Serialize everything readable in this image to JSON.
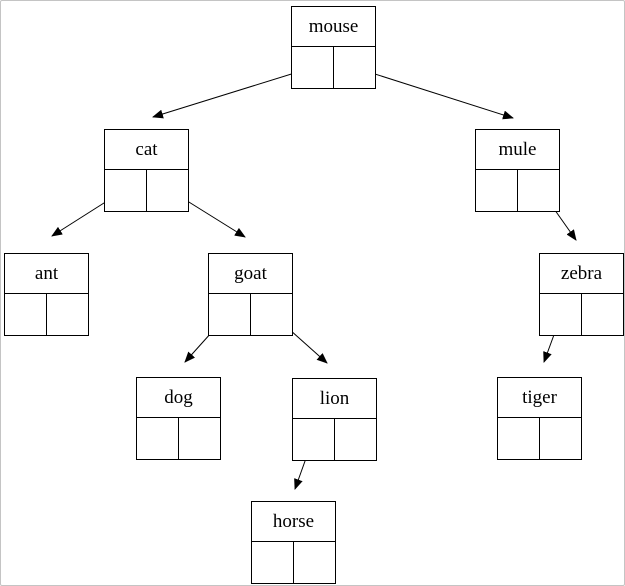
{
  "diagram": {
    "type": "binary-tree",
    "root": "mouse",
    "nodes": [
      {
        "id": "mouse",
        "label": "mouse",
        "left": "cat",
        "right": "mule"
      },
      {
        "id": "cat",
        "label": "cat",
        "left": "ant",
        "right": "goat"
      },
      {
        "id": "mule",
        "label": "mule",
        "left": null,
        "right": "zebra"
      },
      {
        "id": "ant",
        "label": "ant",
        "left": null,
        "right": null
      },
      {
        "id": "goat",
        "label": "goat",
        "left": "dog",
        "right": "lion"
      },
      {
        "id": "zebra",
        "label": "zebra",
        "left": "tiger",
        "right": null
      },
      {
        "id": "dog",
        "label": "dog",
        "left": null,
        "right": null
      },
      {
        "id": "lion",
        "label": "lion",
        "left": "horse",
        "right": null
      },
      {
        "id": "tiger",
        "label": "tiger",
        "left": null,
        "right": null
      },
      {
        "id": "horse",
        "label": "horse",
        "left": null,
        "right": null
      }
    ],
    "edges": [
      {
        "from": "mouse",
        "cell": "left",
        "to": "cat"
      },
      {
        "from": "mouse",
        "cell": "right",
        "to": "mule"
      },
      {
        "from": "cat",
        "cell": "left",
        "to": "ant"
      },
      {
        "from": "cat",
        "cell": "right",
        "to": "goat"
      },
      {
        "from": "mule",
        "cell": "right",
        "to": "zebra"
      },
      {
        "from": "goat",
        "cell": "left",
        "to": "dog"
      },
      {
        "from": "goat",
        "cell": "right",
        "to": "lion"
      },
      {
        "from": "zebra",
        "cell": "left",
        "to": "tiger"
      },
      {
        "from": "lion",
        "cell": "left",
        "to": "horse"
      }
    ],
    "colors": {
      "line": "#000000",
      "background": "#ffffff",
      "canvas_border": "#c4c4c4"
    }
  }
}
